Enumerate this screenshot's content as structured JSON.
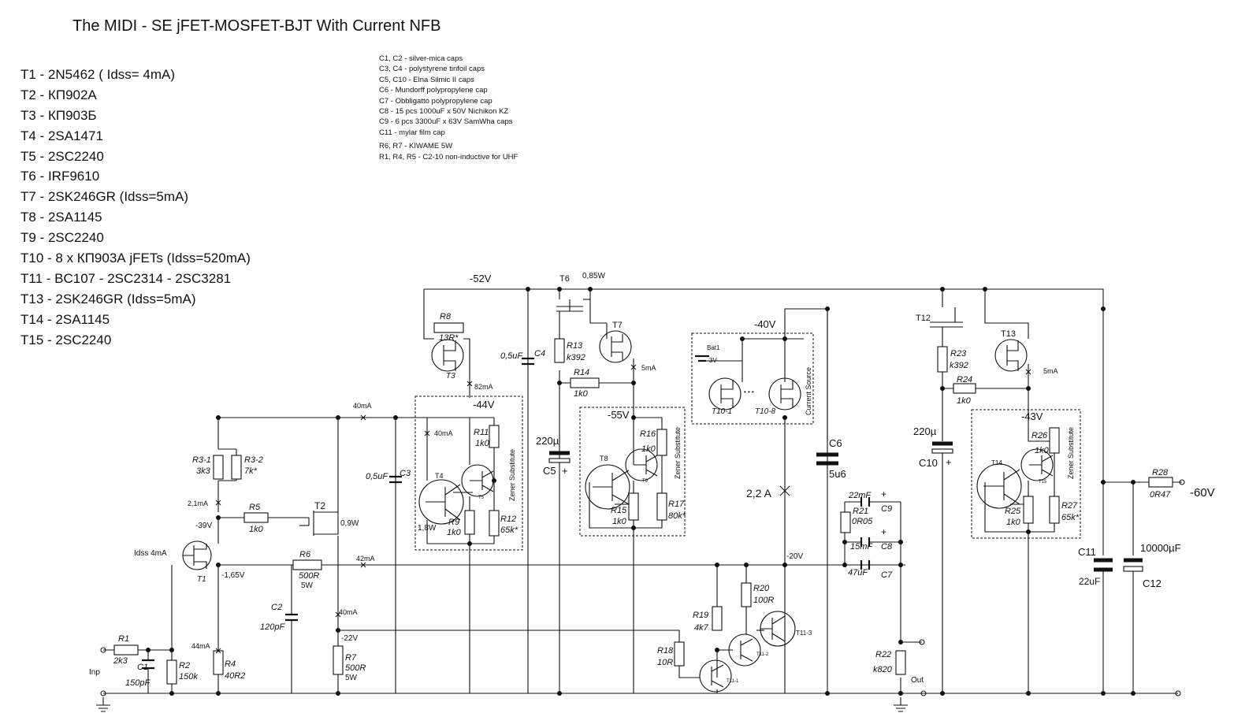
{
  "title": "The MIDI - SE  jFET-MOSFET-BJT With Current NFB",
  "parts_list": [
    "T1 - 2N5462 ( Idss= 4mA)",
    "T2 - КП902А",
    "T3 -  КП903Б",
    "T4 -  2SA1471",
    "T5 -   2SC2240",
    "T6 -   IRF9610",
    "T7 -   2SK246GR (Idss=5mA)",
    "T8 -  2SA1145",
    "T9 -  2SC2240",
    "T10 -   8 x КП903А jFETs (Idss=520mA)",
    "T11 -   BC107 - 2SC2314 - 2SC3281",
    "T13 -   2SK246GR (Idss=5mA)",
    "T14 -  2SA1145",
    "T15 -  2SC2240"
  ],
  "component_notes": [
    "C1, C2 -   silver-mica caps",
    "C3, C4 -   polystyrene tinfoil caps",
    "C5, C10 -   Elna Silmic II caps",
    "C6 -   Mundorff polypropylene cap",
    "C7 -   Obbligatto polypropylene cap",
    "C8 -    15 pcs 1000uF x 50V Nichikon KZ",
    "C9 -    6 pcs 3300uF x 63V SamWha caps",
    "C11 -   mylar film cap",
    "R6, R7 -   KIWAME  5W",
    "R1, R4, R5 -   C2-10 non-inductive for UHF"
  ],
  "transistors": {
    "t1": "T1",
    "t2": "T2",
    "t3": "T3",
    "t4": "T4",
    "t5": "T5",
    "t6": "T6",
    "t7": "T7",
    "t8": "T8",
    "t9": "T9",
    "t10_1": "T10-1",
    "t10_8": "T10-8",
    "t111": "T11-1",
    "t112": "T11-2",
    "t113": "T11-3",
    "t12": "T12",
    "t13": "T13",
    "t14": "T14",
    "t15": "T15"
  },
  "resistors": {
    "r1": "R1",
    "r1v": "2k3",
    "r2": "R2",
    "r2v": "150k",
    "r31": "R3-1",
    "r31v": "3k3",
    "r32": "R3-2",
    "r32v": "7k*",
    "r4": "R4",
    "r4v": "40R2",
    "r5": "R5",
    "r5v": "1k0",
    "r6": "R6",
    "r6v": "500R",
    "r6w": "5W",
    "r7": "R7",
    "r7v": "500R",
    "r7w": "5W",
    "r8": "R8",
    "r8v": "13R*",
    "r9": "R9",
    "r9v": "1k0",
    "r11": "R11",
    "r11v": "1k0",
    "r12": "R12",
    "r12v": "65k*",
    "r13": "R13",
    "r13v": "k392",
    "r14": "R14",
    "r14v": "1k0",
    "r15": "R15",
    "r15v": "1k0",
    "r16": "R16",
    "r16v": "1k0",
    "r17": "R17",
    "r17v": "80k*",
    "r18": "R18",
    "r18v": "10R",
    "r19": "R19",
    "r19v": "4k7",
    "r20": "R20",
    "r20v": "100R",
    "r21": "R21",
    "r21v": "0R05",
    "r22": "R22",
    "r22v": "k820",
    "r23": "R23",
    "r23v": "k392",
    "r24": "R24",
    "r24v": "1k0",
    "r25": "R25",
    "r25v": "1k0",
    "r26": "R26",
    "r26v": "1k0",
    "r27": "R27",
    "r27v": "65k*",
    "r28": "R28",
    "r28v": "0R47"
  },
  "capacitors": {
    "c1": "C1",
    "c1v": "150pF",
    "c2": "C2",
    "c2v": "120pF",
    "c3": "C3",
    "c3v": "0,5uF",
    "c4": "C4",
    "c4v": "0,5uF",
    "c5": "C5",
    "c5v": "220µ",
    "c6": "C6",
    "c6v": "5u6",
    "c7": "C7",
    "c7v": "47uF",
    "c8": "C8",
    "c8v": "15mF",
    "c9": "C9",
    "c9v": "22mF",
    "c10": "C10",
    "c10v": "220µ",
    "c11": "C11",
    "c11v": "22uF",
    "c12": "C12",
    "c12v": "10000µF"
  },
  "annotations": {
    "v52": "-52V",
    "v44": "-44V",
    "v55": "-55V",
    "v40": "-40V",
    "v43": "-43V",
    "v39": "-39V",
    "v165": "-1,65V",
    "v22": "-22V",
    "v20": "-20V",
    "v60": "-60V",
    "w085": "0,85W",
    "w09": "0,9W",
    "w18": "1,8W",
    "a40_top": "40mA",
    "a40_t4": "40mA",
    "a82": "82mA",
    "a5_t7": "5mA",
    "a5_t13": "5mA",
    "a21": "2,1mA",
    "idss4": "Idss 4mA",
    "a42": "42mA",
    "a40_r7": "40mA",
    "a44": "44mA",
    "a22A": "2,2 A",
    "bat1": "Bat1",
    "bat3v": "3V",
    "inp": "Inp",
    "out": "Out",
    "zener": "Zener Substitute",
    "current_source": "Current Source",
    "dots": "• • •",
    "t5small": "T5",
    "t9small": "T9",
    "t15small": "T15"
  }
}
